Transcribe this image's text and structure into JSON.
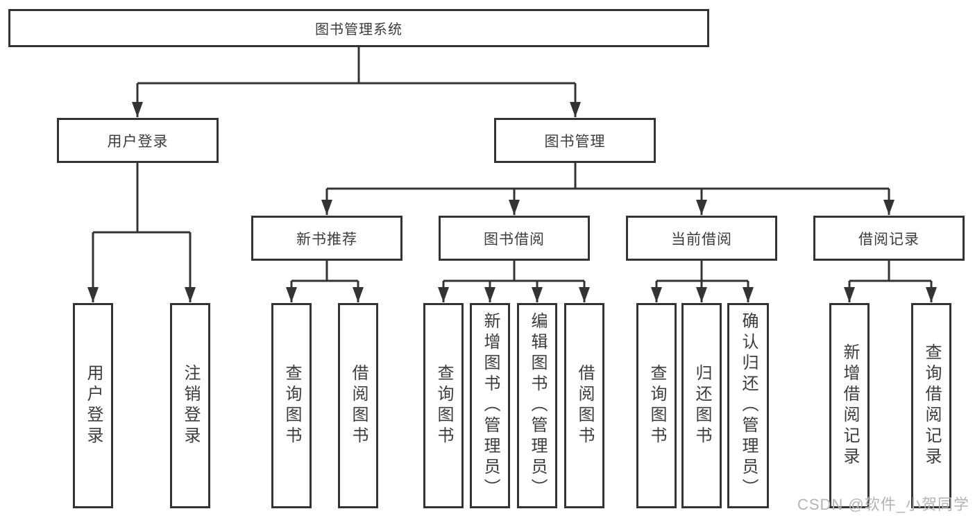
{
  "diagram": {
    "root": {
      "label": "图书管理系统"
    },
    "branches": [
      {
        "label": "用户登录",
        "children": [
          {
            "label": "用户登录"
          },
          {
            "label": "注销登录"
          }
        ]
      },
      {
        "label": "图书管理",
        "children": [
          {
            "label": "新书推荐",
            "children": [
              {
                "label": "查询图书"
              },
              {
                "label": "借阅图书"
              }
            ]
          },
          {
            "label": "图书借阅",
            "children": [
              {
                "label": "查询图书"
              },
              {
                "label": "新增图书（管理员）"
              },
              {
                "label": "编辑图书（管理员）"
              },
              {
                "label": "借阅图书"
              }
            ]
          },
          {
            "label": "当前借阅",
            "children": [
              {
                "label": "查询图书"
              },
              {
                "label": "归还图书"
              },
              {
                "label": "确认归还（管理员）"
              }
            ]
          },
          {
            "label": "借阅记录",
            "children": [
              {
                "label": "新增借阅记录"
              },
              {
                "label": "查询借阅记录"
              }
            ]
          }
        ]
      }
    ]
  },
  "watermark": {
    "text": "CSDN @软件_小贺同学"
  },
  "colors": {
    "line": "#333333",
    "box_border": "#333333",
    "text": "#3c3c3c",
    "watermark": "#b3b3b3",
    "background": "#ffffff"
  }
}
